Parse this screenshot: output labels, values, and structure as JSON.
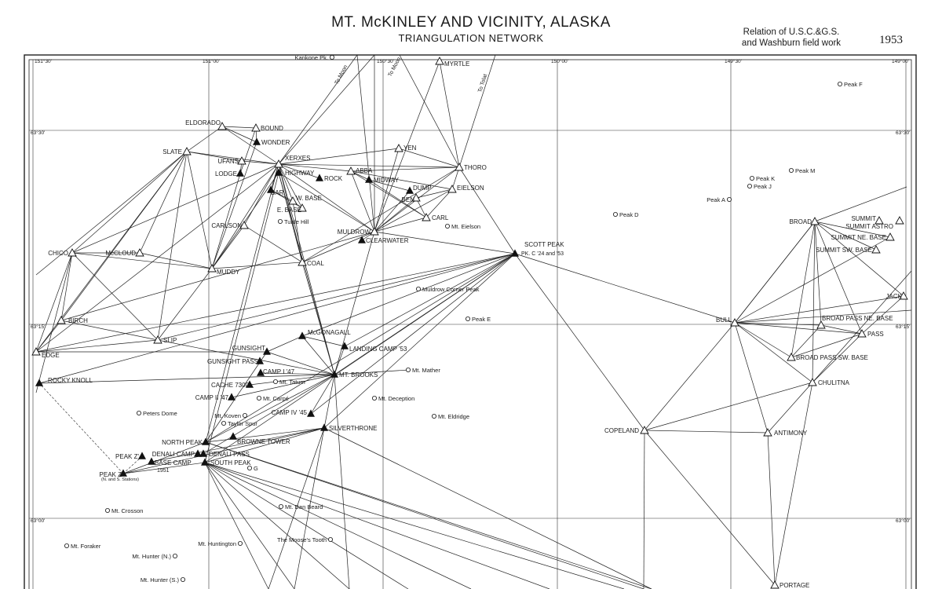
{
  "title": "MT. McKINLEY AND VICINITY, ALASKA",
  "subtitle": "TRIANGULATION NETWORK",
  "relation_line1": "Relation of U.S.C.&G.S.",
  "relation_line2": "and Washburn field work",
  "year": "1953",
  "longitude_labels": [
    "151°30'",
    "151°00'",
    "150°30'",
    "150°00'",
    "149°30'",
    "149°00'"
  ],
  "latitude_labels": [
    "63°30'",
    "63°15'",
    "63°00'"
  ],
  "ray_labels": [
    "To Moon",
    "To Moon",
    "To Tolat"
  ],
  "stations": [
    {
      "id": "myrtle",
      "label": "MYRTLE",
      "type": "tri"
    },
    {
      "id": "eldorado",
      "label": "ELDORADO",
      "type": "tri"
    },
    {
      "id": "bound",
      "label": "BOUND",
      "type": "tri"
    },
    {
      "id": "wonder",
      "label": "WONDER",
      "type": "fill"
    },
    {
      "id": "slate",
      "label": "SLATE",
      "type": "tri"
    },
    {
      "id": "ufans",
      "label": "UFANS",
      "type": "tri"
    },
    {
      "id": "lodge",
      "label": "LODGE",
      "type": "fill"
    },
    {
      "id": "xerxes",
      "label": "XERXES",
      "type": "tri"
    },
    {
      "id": "highway",
      "label": "HIGHWAY",
      "type": "fill"
    },
    {
      "id": "yen",
      "label": "YEN",
      "type": "tri"
    },
    {
      "id": "thoro",
      "label": "THORO",
      "type": "tri"
    },
    {
      "id": "rock",
      "label": "ROCK",
      "type": "fill"
    },
    {
      "id": "abba",
      "label": "ABBA",
      "type": "tri"
    },
    {
      "id": "midway",
      "label": "MIDWAY",
      "type": "fill"
    },
    {
      "id": "dump",
      "label": "DUMP",
      "type": "fill"
    },
    {
      "id": "eielson",
      "label": "EIELSON",
      "type": "tri"
    },
    {
      "id": "ben",
      "label": "BEN",
      "type": "tri"
    },
    {
      "id": "carl",
      "label": "CARL",
      "type": "tri"
    },
    {
      "id": "bar",
      "label": "BAR",
      "type": "fill"
    },
    {
      "id": "wbase",
      "label": "W. BASE",
      "type": "tri"
    },
    {
      "id": "ebase",
      "label": "E. BASE",
      "type": "tri"
    },
    {
      "id": "carlson",
      "label": "CARLSON",
      "type": "tri"
    },
    {
      "id": "muldrow",
      "label": "MULDROW",
      "type": "tri"
    },
    {
      "id": "clearwater",
      "label": "CLEARWATER",
      "type": "fill"
    },
    {
      "id": "chico",
      "label": "CHICO",
      "type": "tri"
    },
    {
      "id": "mccloud",
      "label": "McCLOUD",
      "type": "tri"
    },
    {
      "id": "muddy",
      "label": "MUDDY",
      "type": "tri"
    },
    {
      "id": "coal",
      "label": "COAL",
      "type": "tri"
    },
    {
      "id": "scott",
      "label": "SCOTT PEAK",
      "type": "fill"
    },
    {
      "id": "birch",
      "label": "BIRCH",
      "type": "tri"
    },
    {
      "id": "slip",
      "label": "SLIP",
      "type": "tri"
    },
    {
      "id": "edge",
      "label": "EDGE",
      "type": "tri"
    },
    {
      "id": "mcgonagall",
      "label": "McGONAGALL",
      "type": "fill"
    },
    {
      "id": "landing",
      "label": "LANDING CAMP '53",
      "type": "fill"
    },
    {
      "id": "gunsight",
      "label": "GUNSIGHT",
      "type": "fill"
    },
    {
      "id": "gunsightpass",
      "label": "GUNSIGHT PASS",
      "type": "fill"
    },
    {
      "id": "camp1",
      "label": "CAMP I '47",
      "type": "fill"
    },
    {
      "id": "cache",
      "label": "CACHE 7300",
      "type": "fill"
    },
    {
      "id": "rockyknoll",
      "label": "ROCKY KNOLL",
      "type": "fill"
    },
    {
      "id": "brooks",
      "label": "MT. BROOKS",
      "type": "fill"
    },
    {
      "id": "camp2",
      "label": "CAMP II '47",
      "type": "fill"
    },
    {
      "id": "camp4",
      "label": "CAMP IV '45",
      "type": "fill"
    },
    {
      "id": "silverthrone",
      "label": "SILVERTHRONE",
      "type": "fill"
    },
    {
      "id": "browne",
      "label": "BROWNE TOWER",
      "type": "fill"
    },
    {
      "id": "northpeak",
      "label": "NORTH PEAK",
      "type": "fill"
    },
    {
      "id": "denalicamp",
      "label": "DENALI CAMP",
      "type": "fill"
    },
    {
      "id": "denalipass",
      "label": "DENALI PASS",
      "type": "fill"
    },
    {
      "id": "southpeak",
      "label": "SOUTH PEAK",
      "type": "fill"
    },
    {
      "id": "basecamp",
      "label": "BASE CAMP",
      "type": "fill"
    },
    {
      "id": "peakz1",
      "label": "PEAK Z'",
      "type": "fill"
    },
    {
      "id": "peakz",
      "label": "PEAK Z",
      "type": "fill"
    },
    {
      "id": "bull",
      "label": "BULL",
      "type": "tri"
    },
    {
      "id": "broad",
      "label": "BROAD",
      "type": "tri"
    },
    {
      "id": "summit",
      "label": "SUMMIT",
      "type": "tri"
    },
    {
      "id": "summitastro",
      "label": "SUMMIT ASTRO",
      "type": "tri"
    },
    {
      "id": "summitne",
      "label": "SUMMIT NE. BASE",
      "type": "tri"
    },
    {
      "id": "summitsw",
      "label": "SUMMIT SW. BASE",
      "type": "tri"
    },
    {
      "id": "jack",
      "label": "JACK",
      "type": "tri"
    },
    {
      "id": "bpne",
      "label": "BROAD PASS NE. BASE",
      "type": "tri"
    },
    {
      "id": "pass",
      "label": "PASS",
      "type": "tri"
    },
    {
      "id": "bpsw",
      "label": "BROAD PASS SW. BASE",
      "type": "tri"
    },
    {
      "id": "chulitna",
      "label": "CHULITNA",
      "type": "tri"
    },
    {
      "id": "copeland",
      "label": "COPELAND",
      "type": "tri"
    },
    {
      "id": "antimony",
      "label": "ANTIMONY",
      "type": "tri"
    },
    {
      "id": "portage",
      "label": "PORTAGE",
      "type": "tri"
    }
  ],
  "peaks": [
    "Kankone Pk.",
    "Peak F",
    "Peak M",
    "Peak K",
    "Peak J",
    "Peak A",
    "Peak D",
    "Turtle Hill",
    "Mt. Eielson",
    "Muldrow Corner Peak",
    "Peak E",
    "Mt. Mather",
    "Mt. Tatum",
    "Mt. Carpé",
    "Mt. Deception",
    "Mt. Eldridge",
    "Peters Dome",
    "Mt. Koven",
    "Taylor Spur",
    "G",
    "Mt. Crosson",
    "Mt. Dan Beard",
    "Mt. Foraker",
    "Mt. Huntington",
    "The Moose's Tooth",
    "Mt. Hunter (N.)",
    "Mt. Hunter (S.)"
  ],
  "extra_labels": {
    "scott_sub": "PK. C '24 and '53",
    "peakz_sub": "(N. and S. Stations)",
    "peakz_year": "1951"
  }
}
